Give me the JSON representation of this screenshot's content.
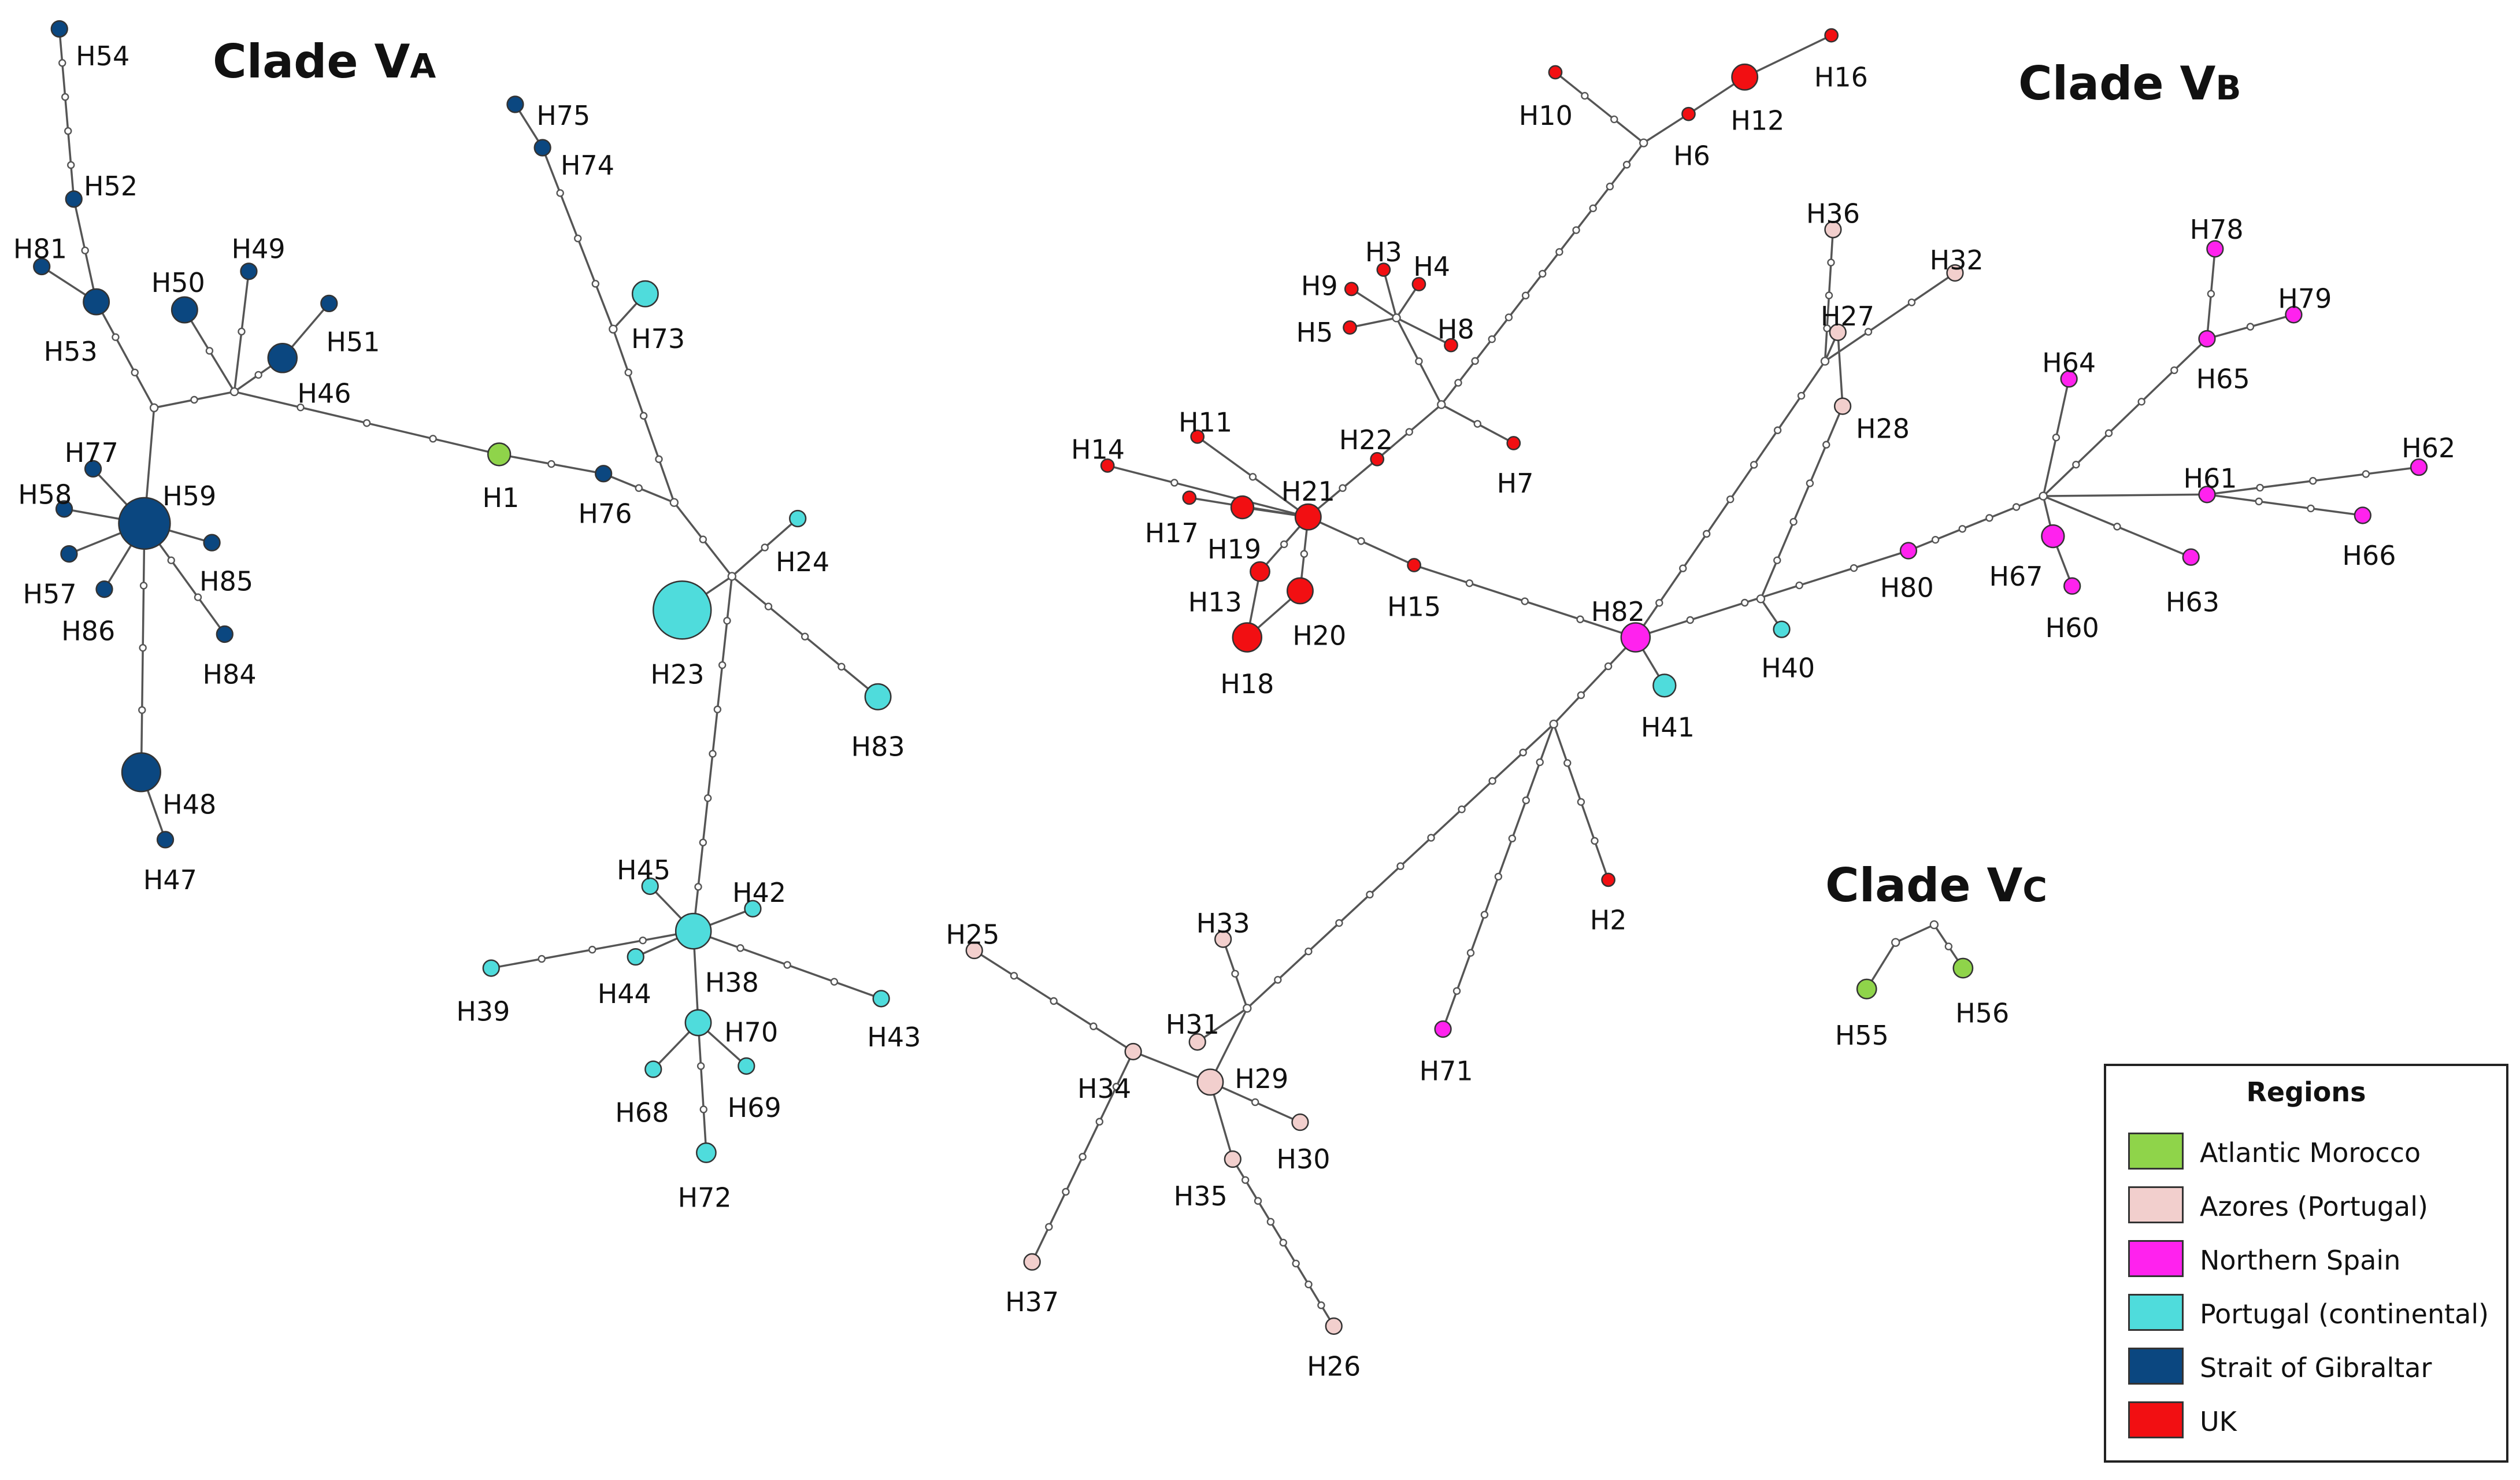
{
  "colors": {
    "atlantic_morocco": "#8fd44a",
    "azores_portugal": "#f2cfcd",
    "northern_spain": "#ff22ee",
    "portugal_continental": "#4fdcdc",
    "strait_of_gibraltar": "#0b4780",
    "uk": "#f20f12"
  },
  "clades": {
    "va": {
      "main": "Clade V",
      "sub": "A"
    },
    "vb": {
      "main": "Clade V",
      "sub": "B"
    },
    "vc": {
      "main": "Clade V",
      "sub": "C"
    }
  },
  "legend": {
    "title": "Regions",
    "items": [
      {
        "label": "Atlantic Morocco",
        "color": "#8fd44a"
      },
      {
        "label": "Azores (Portugal)",
        "color": "#f2cfcd"
      },
      {
        "label": "Northern Spain",
        "color": "#ff22ee"
      },
      {
        "label": "Portugal (continental)",
        "color": "#4fdcdc"
      },
      {
        "label": "Strait of Gibraltar",
        "color": "#0b4780"
      },
      {
        "label": "UK",
        "color": "#f20f12"
      }
    ]
  },
  "haplotypes": [
    {
      "id": "H1",
      "region": "atlantic_morocco"
    },
    {
      "id": "H2",
      "region": "uk"
    },
    {
      "id": "H3",
      "region": "uk"
    },
    {
      "id": "H4",
      "region": "uk"
    },
    {
      "id": "H5",
      "region": "uk"
    },
    {
      "id": "H6",
      "region": "uk"
    },
    {
      "id": "H7",
      "region": "uk"
    },
    {
      "id": "H8",
      "region": "uk"
    },
    {
      "id": "H9",
      "region": "uk"
    },
    {
      "id": "H10",
      "region": "uk"
    },
    {
      "id": "H11",
      "region": "uk"
    },
    {
      "id": "H12",
      "region": "uk"
    },
    {
      "id": "H13",
      "region": "uk"
    },
    {
      "id": "H14",
      "region": "uk"
    },
    {
      "id": "H15",
      "region": "uk"
    },
    {
      "id": "H16",
      "region": "uk"
    },
    {
      "id": "H17",
      "region": "uk"
    },
    {
      "id": "H18",
      "region": "uk"
    },
    {
      "id": "H19",
      "region": "uk"
    },
    {
      "id": "H20",
      "region": "uk"
    },
    {
      "id": "H21",
      "region": "uk"
    },
    {
      "id": "H22",
      "region": "uk"
    },
    {
      "id": "H23",
      "region": "portugal_continental"
    },
    {
      "id": "H24",
      "region": "portugal_continental"
    },
    {
      "id": "H25",
      "region": "azores_portugal"
    },
    {
      "id": "H26",
      "region": "azores_portugal"
    },
    {
      "id": "H27",
      "region": "azores_portugal"
    },
    {
      "id": "H28",
      "region": "azores_portugal"
    },
    {
      "id": "H29",
      "region": "azores_portugal"
    },
    {
      "id": "H30",
      "region": "azores_portugal"
    },
    {
      "id": "H31",
      "region": "azores_portugal"
    },
    {
      "id": "H32",
      "region": "azores_portugal"
    },
    {
      "id": "H33",
      "region": "azores_portugal"
    },
    {
      "id": "H34",
      "region": "azores_portugal"
    },
    {
      "id": "H35",
      "region": "azores_portugal"
    },
    {
      "id": "H36",
      "region": "azores_portugal"
    },
    {
      "id": "H37",
      "region": "azores_portugal"
    },
    {
      "id": "H38",
      "region": "portugal_continental"
    },
    {
      "id": "H39",
      "region": "portugal_continental"
    },
    {
      "id": "H40",
      "region": "portugal_continental"
    },
    {
      "id": "H41",
      "region": "portugal_continental"
    },
    {
      "id": "H42",
      "region": "portugal_continental"
    },
    {
      "id": "H43",
      "region": "portugal_continental"
    },
    {
      "id": "H44",
      "region": "portugal_continental"
    },
    {
      "id": "H45",
      "region": "portugal_continental"
    },
    {
      "id": "H46",
      "region": "strait_of_gibraltar"
    },
    {
      "id": "H47",
      "region": "strait_of_gibraltar"
    },
    {
      "id": "H48",
      "region": "strait_of_gibraltar"
    },
    {
      "id": "H49",
      "region": "strait_of_gibraltar"
    },
    {
      "id": "H50",
      "region": "strait_of_gibraltar"
    },
    {
      "id": "H51",
      "region": "strait_of_gibraltar"
    },
    {
      "id": "H52",
      "region": "strait_of_gibraltar"
    },
    {
      "id": "H53",
      "region": "strait_of_gibraltar"
    },
    {
      "id": "H54",
      "region": "strait_of_gibraltar"
    },
    {
      "id": "H55",
      "region": "atlantic_morocco"
    },
    {
      "id": "H56",
      "region": "atlantic_morocco"
    },
    {
      "id": "H57",
      "region": "strait_of_gibraltar"
    },
    {
      "id": "H58",
      "region": "strait_of_gibraltar"
    },
    {
      "id": "H59",
      "region": "strait_of_gibraltar"
    },
    {
      "id": "H60",
      "region": "northern_spain"
    },
    {
      "id": "H61",
      "region": "northern_spain"
    },
    {
      "id": "H62",
      "region": "northern_spain"
    },
    {
      "id": "H63",
      "region": "northern_spain"
    },
    {
      "id": "H64",
      "region": "northern_spain"
    },
    {
      "id": "H65",
      "region": "northern_spain"
    },
    {
      "id": "H66",
      "region": "northern_spain"
    },
    {
      "id": "H67",
      "region": "northern_spain"
    },
    {
      "id": "H68",
      "region": "portugal_continental"
    },
    {
      "id": "H69",
      "region": "portugal_continental"
    },
    {
      "id": "H70",
      "region": "portugal_continental"
    },
    {
      "id": "H71",
      "region": "northern_spain"
    },
    {
      "id": "H72",
      "region": "portugal_continental"
    },
    {
      "id": "H73",
      "region": "portugal_continental"
    },
    {
      "id": "H74",
      "region": "strait_of_gibraltar"
    },
    {
      "id": "H75",
      "region": "strait_of_gibraltar"
    },
    {
      "id": "H76",
      "region": "strait_of_gibraltar"
    },
    {
      "id": "H77",
      "region": "strait_of_gibraltar"
    },
    {
      "id": "H78",
      "region": "northern_spain"
    },
    {
      "id": "H79",
      "region": "northern_spain"
    },
    {
      "id": "H80",
      "region": "northern_spain"
    },
    {
      "id": "H81",
      "region": "strait_of_gibraltar"
    },
    {
      "id": "H82",
      "region": "northern_spain"
    },
    {
      "id": "H83",
      "region": "portugal_continental"
    },
    {
      "id": "H84",
      "region": "strait_of_gibraltar"
    },
    {
      "id": "H85",
      "region": "strait_of_gibraltar"
    },
    {
      "id": "H86",
      "region": "strait_of_gibraltar"
    }
  ]
}
